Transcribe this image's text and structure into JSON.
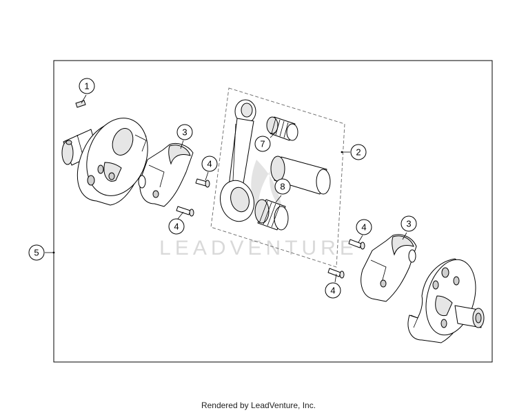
{
  "callouts": {
    "c1": "1",
    "c2": "2",
    "c3a": "3",
    "c3b": "3",
    "c4a": "4",
    "c4b": "4",
    "c4c": "4",
    "c4d": "4",
    "c5": "5",
    "c7": "7",
    "c8": "8"
  },
  "watermark": "LEADVENTURE",
  "footer": "Rendered by LeadVenture, Inc."
}
